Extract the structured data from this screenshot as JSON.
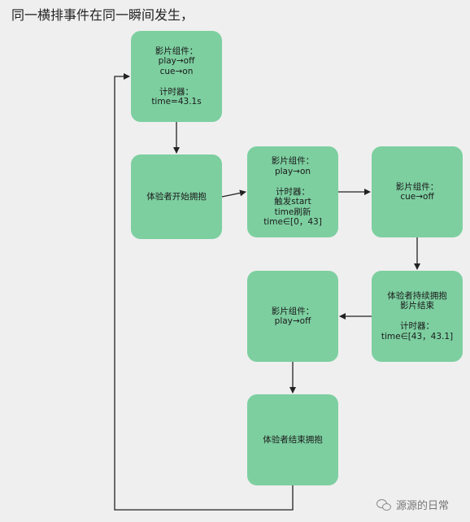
{
  "heading": "同一横排事件在同一瞬间发生，",
  "nodes": {
    "n1": "影片组件：\nplay→off\ncue→on\n\n计时器：\ntime=43.1s",
    "n2": "体验者开始拥抱",
    "n3": "影片组件：\nplay→on\n\n计时器：\n触发start\ntime刷新\ntime∈[0，43]",
    "n4": "影片组件：\ncue→off",
    "n5": "体验者持续拥抱\n影片结束\n\n计时器：\ntime∈[43，43.1]",
    "n6": "影片组件：\nplay→off",
    "n7": "体验者结束拥抱"
  },
  "watermark": {
    "text": "源源的日常",
    "icon": "wechat-icon"
  },
  "colors": {
    "node_fill": "#7dcfa0",
    "background": "#efefef",
    "line": "#222222"
  }
}
